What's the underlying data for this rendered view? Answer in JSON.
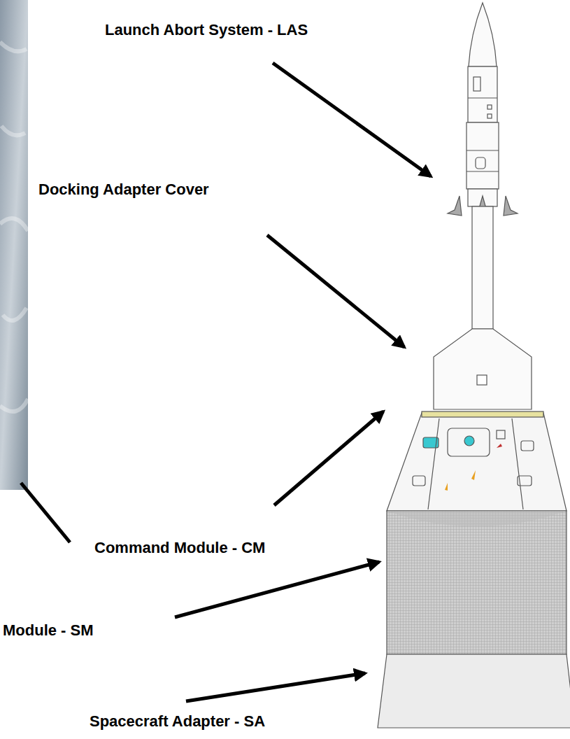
{
  "diagram": {
    "labels": [
      "Launch Abort System - LAS",
      "Docking Adapter Cover",
      "Command Module - CM",
      "Module - SM",
      "Spacecraft Adapter - SA"
    ]
  }
}
